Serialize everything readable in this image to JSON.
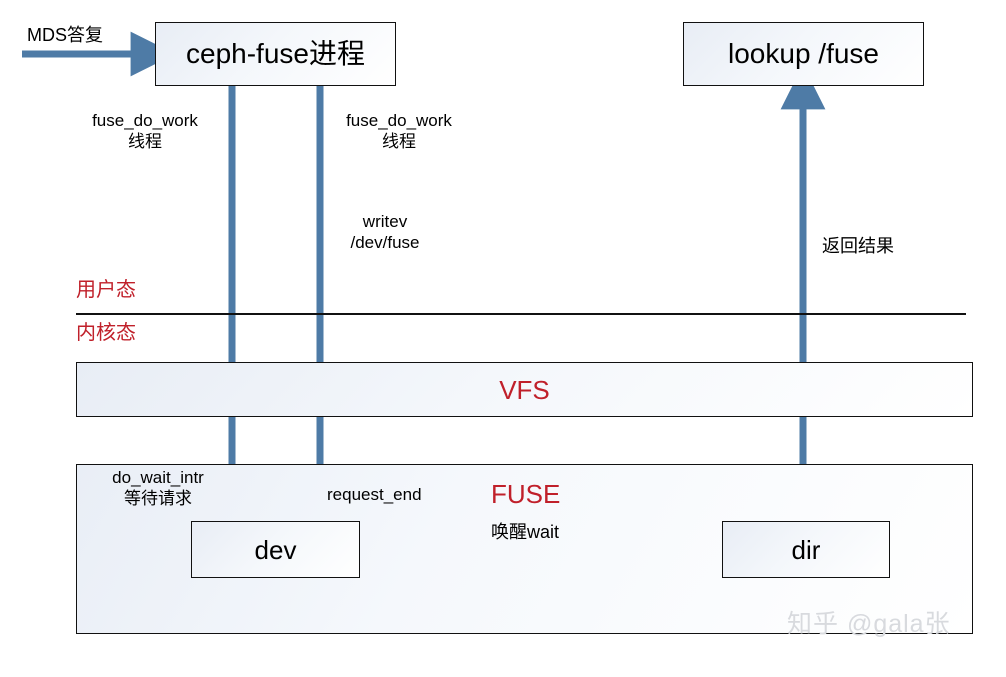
{
  "diagram": {
    "title": "ceph-fuse lookup flow",
    "colors": {
      "arrow": "#4e7ba6",
      "box_border": "#111111",
      "red_text": "#c0202a",
      "watermark": "#d8dade"
    },
    "boxes": [
      {
        "id": "ceph-fuse-process",
        "label": "ceph-fuse进程"
      },
      {
        "id": "lookup-fuse",
        "label": "lookup /fuse"
      },
      {
        "id": "dev",
        "label": "dev"
      },
      {
        "id": "dir",
        "label": "dir"
      }
    ],
    "layers": {
      "user_mode": "用户态",
      "kernel_mode": "内核态",
      "vfs": "VFS",
      "fuse": "FUSE"
    },
    "edge_labels": {
      "mds_reply": "MDS答复",
      "fuse_do_work_left": "fuse_do_work\n线程",
      "fuse_do_work_right": "fuse_do_work\n线程",
      "writev_dev_fuse": "writev\n/dev/fuse",
      "return_result": "返回结果",
      "do_wait_intr": "do_wait_intr\n等待请求",
      "request_end": "request_end",
      "wake_wait": "唤醒wait"
    },
    "watermark": "知乎 @gala张"
  }
}
